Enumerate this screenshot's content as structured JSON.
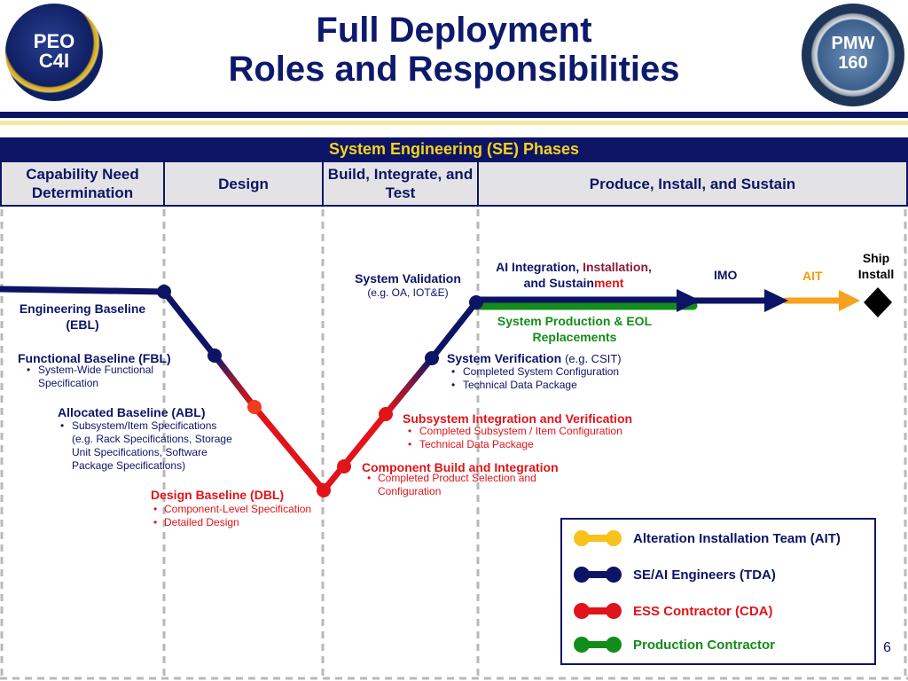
{
  "header": {
    "title_line1": "Full Deployment",
    "title_line2": "Roles and Responsibilities",
    "logo_left": {
      "line1": "PEO",
      "line2": "C4I"
    },
    "logo_right": {
      "line1": "PMW",
      "line2": "160"
    }
  },
  "phases": {
    "banner": "System Engineering (SE) Phases",
    "items": [
      "Capability  Need Determination",
      "Design",
      "Build, Integrate, and Test",
      "Produce, Install, and Sustain"
    ]
  },
  "diagram": {
    "ebl": {
      "title": "Engineering Baseline (EBL)"
    },
    "fbl": {
      "title": "Functional Baseline (FBL)",
      "bullets": [
        "System-Wide Functional Specification"
      ]
    },
    "abl": {
      "title": "Allocated Baseline (ABL)",
      "bullets": [
        "Subsystem/Item Specifications (e.g. Rack Specifications, Storage Unit Specifications, Software Package Specifications)"
      ]
    },
    "dbl": {
      "title": "Design Baseline (DBL)",
      "bullets": [
        "Component-Level Specification",
        "Detailed Design"
      ]
    },
    "cbi": {
      "title": "Component Build and Integration",
      "bullets": [
        "Completed Product Selection and Configuration"
      ]
    },
    "siv": {
      "title": "Subsystem Integration and Verification",
      "bullets": [
        "Completed Subsystem / Item Configuration",
        "Technical Data Package"
      ]
    },
    "sver": {
      "title": "System Verification",
      "note": "(e.g. CSIT)",
      "bullets": [
        "Completed System Configuration",
        "Technical Data Package"
      ]
    },
    "sval": {
      "title": "System Validation",
      "note": "(e.g. OA, IOT&E)"
    },
    "ai": {
      "part1": "AI Integration, ",
      "part2": "Installation,",
      "part3": "and Sustain",
      "part4": "ment"
    },
    "prod": {
      "title": "System Production & EOL Replacements"
    },
    "imo": "IMO",
    "ait": "AIT",
    "ship": "Ship Install"
  },
  "legend": {
    "items": [
      {
        "label": "Alteration Installation Team (AIT)",
        "color": "#f7c21a",
        "text_color": "#0d1466"
      },
      {
        "label": "SE/AI Engineers (TDA)",
        "color": "#0d1466",
        "text_color": "#0d1466"
      },
      {
        "label": "ESS Contractor (CDA)",
        "color": "#e0141a",
        "text_color": "#e0141a"
      },
      {
        "label": "Production Contractor",
        "color": "#128c1a",
        "text_color": "#128c1a"
      }
    ]
  },
  "page_number": "6",
  "colors": {
    "navy": "#0d1466",
    "red": "#e0141a",
    "green": "#128c1a",
    "yellow": "#f7c21a",
    "orange": "#f6a21e"
  }
}
